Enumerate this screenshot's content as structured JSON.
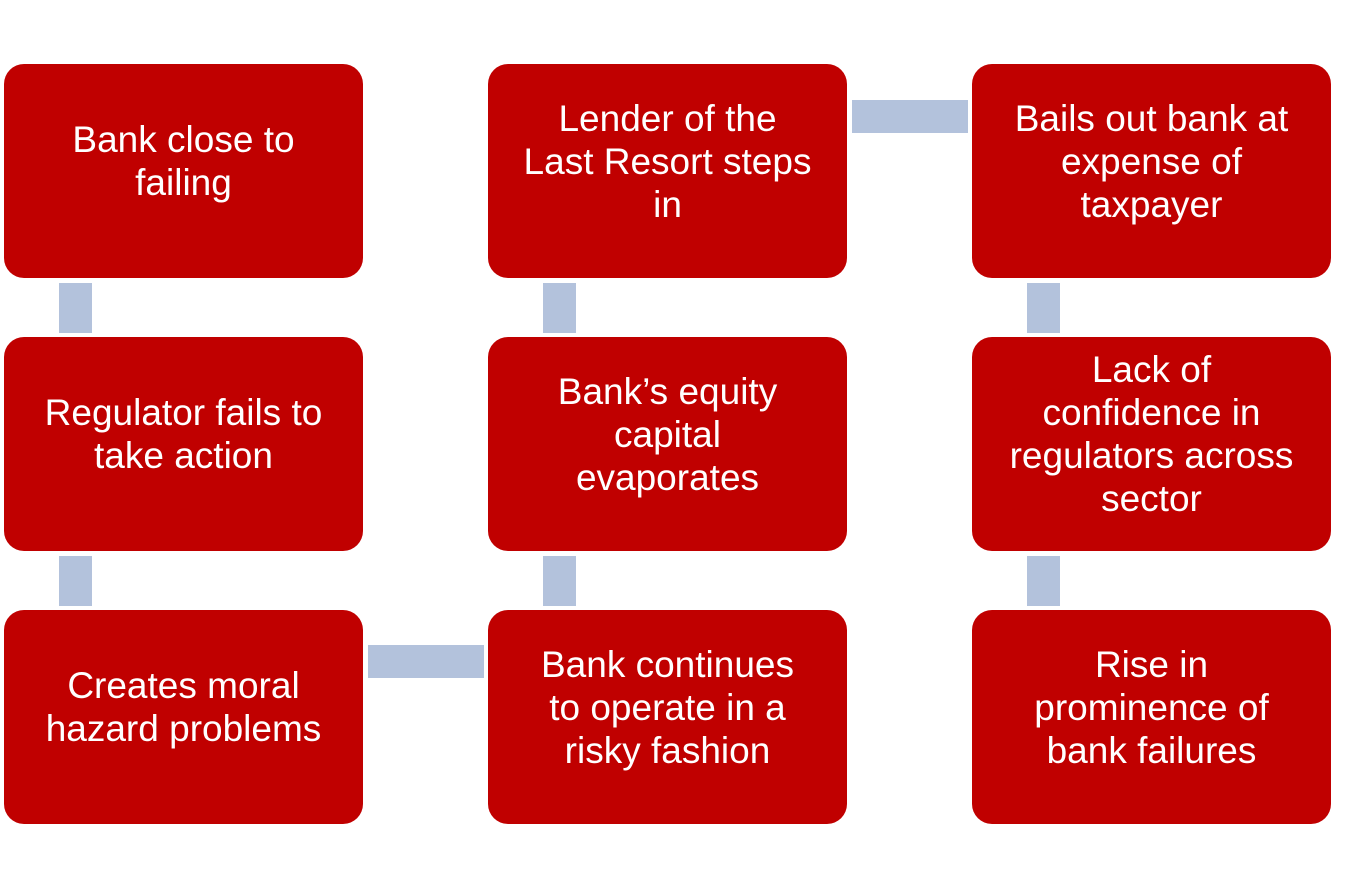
{
  "diagram": {
    "colors": {
      "box": "#C00000",
      "connector": "#B3C2DC",
      "text": "#FFFFFF"
    },
    "steps": [
      {
        "label": "Bank close to\nfailing"
      },
      {
        "label": "Regulator fails to\ntake action"
      },
      {
        "label": "Creates moral\nhazard problems"
      },
      {
        "label": "Bank continues\nto operate in a\nrisky fashion"
      },
      {
        "label": "Bank’s equity\ncapital\nevaporates"
      },
      {
        "label": "Lender of the\nLast Resort steps\nin"
      },
      {
        "label": "Bails out bank at\nexpense of\ntaxpayer"
      },
      {
        "label": "Lack of\nconfidence in\nregulators across\nsector"
      },
      {
        "label": "Rise in\nprominence of\nbank failures"
      }
    ]
  }
}
